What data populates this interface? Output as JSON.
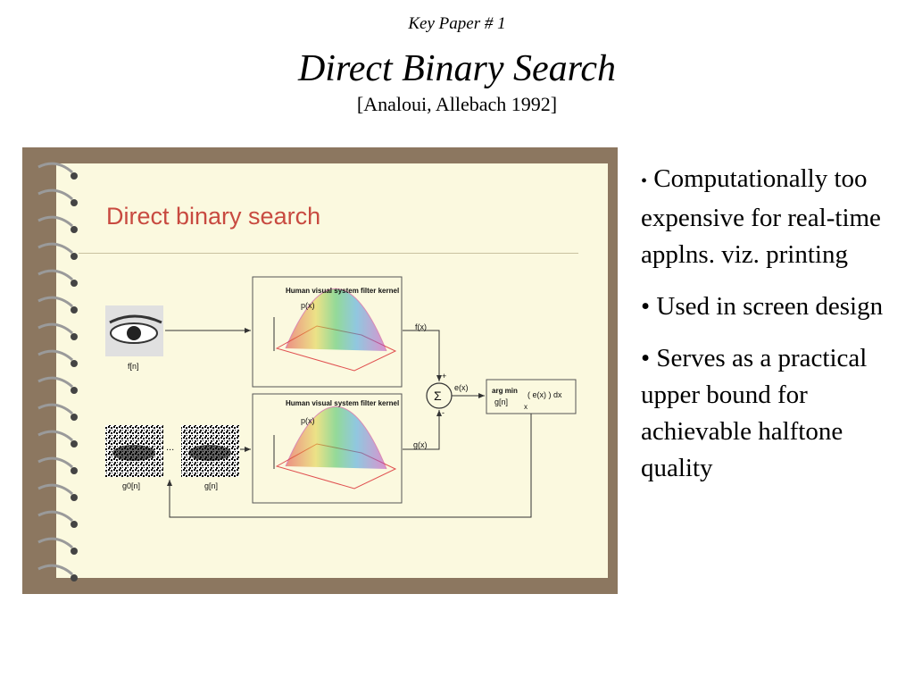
{
  "header": {
    "kicker": "Key Paper # 1",
    "title": "Direct Binary Search",
    "subtitle": "[Analoui, Allebach 1992]"
  },
  "figure": {
    "title": "Direct binary search",
    "filter_box_top": "Human visual system filter kernel",
    "filter_box_bottom": "Human visual system filter kernel",
    "p_label_top": "p(x)",
    "p_label_bottom": "p(x)",
    "f_tilde_label": "f(x)",
    "g_tilde_label": "g(x)",
    "e_tilde_label": "e(x)",
    "plus_sign": "+",
    "minus_sign": "-",
    "sigma": "Σ",
    "argmin_line1": "arg min",
    "argmin_line2": "g[n]",
    "argmin_x": "x",
    "argmin_expr": "( e(x) ) dx",
    "eye_original_label": "f[n]",
    "eye_initial_label": "g0[n]",
    "eye_halftone_label": "g[n]",
    "ellipsis": "...",
    "colors": {
      "frame": "#8c7760",
      "paper": "#fbf9df",
      "title_red": "#c84a40"
    }
  },
  "bullets": [
    {
      "marker": "•",
      "text": "Computationally too expensive for real-time applns. viz. printing"
    },
    {
      "marker": "•",
      "text": "Used in screen design"
    },
    {
      "marker": "•",
      "text": "Serves as a practical upper bound for achievable halftone quality"
    }
  ]
}
